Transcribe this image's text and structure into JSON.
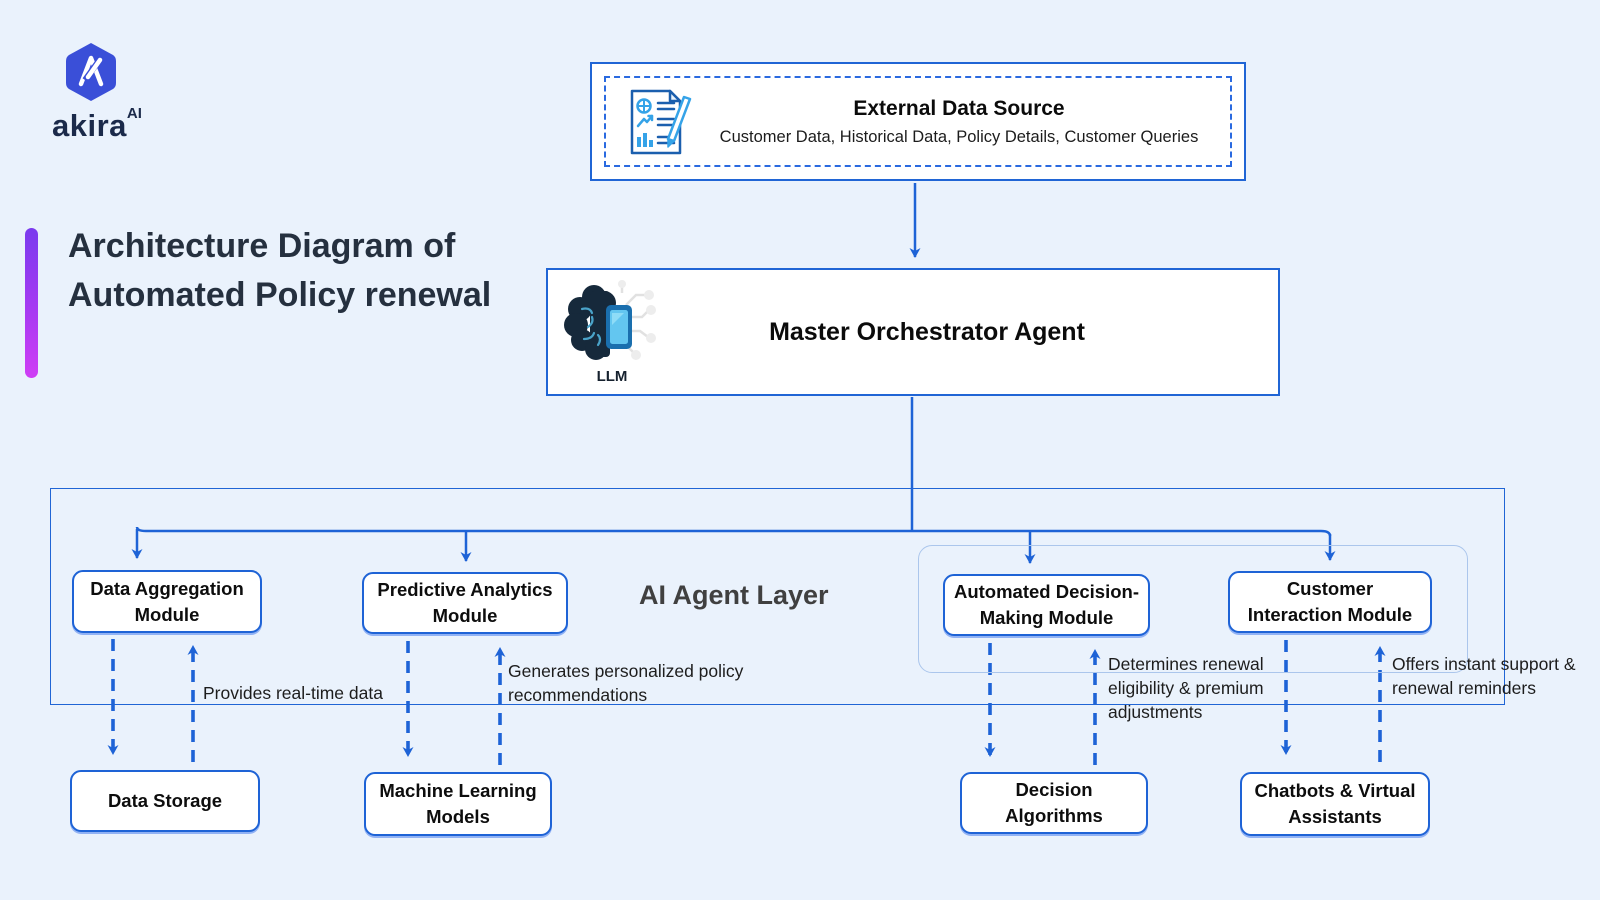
{
  "brand": {
    "name": "akira",
    "superscript": "AI"
  },
  "page_title": "Architecture Diagram of Automated Policy renewal",
  "colors": {
    "background": "#eaf2fc",
    "wire_blue": "#1e63d6",
    "box_border_blue": "#2065d5",
    "subgroup_border": "#abc6ec",
    "title_text": "#25303f",
    "accent_gradient_top": "#7a3bee",
    "accent_gradient_bottom": "#cf3ef5",
    "logo_hex": "#3a4fd8"
  },
  "nodes": {
    "external_data_source": {
      "title": "External Data Source",
      "subtitle": "Customer Data, Historical Data, Policy Details, Customer Queries"
    },
    "master_orchestrator": {
      "title": "Master Orchestrator Agent",
      "icon_label": "LLM"
    }
  },
  "agent_layer": {
    "label": "AI Agent Layer",
    "modules": [
      {
        "label": "Data Aggregation Module",
        "annotation": "Provides real-time data"
      },
      {
        "label": "Predictive Analytics Module",
        "annotation": "Generates personalized policy recommendations"
      },
      {
        "label": "Automated Decision-Making Module",
        "annotation": "Determines renewal eligibility & premium adjustments"
      },
      {
        "label": "Customer Interaction Module",
        "annotation": "Offers instant support & renewal reminders"
      }
    ]
  },
  "resources": [
    {
      "label": "Data Storage"
    },
    {
      "label": "Machine Learning Models"
    },
    {
      "label": "Decision Algorithms"
    },
    {
      "label": "Chatbots & Virtual Assistants"
    }
  ]
}
